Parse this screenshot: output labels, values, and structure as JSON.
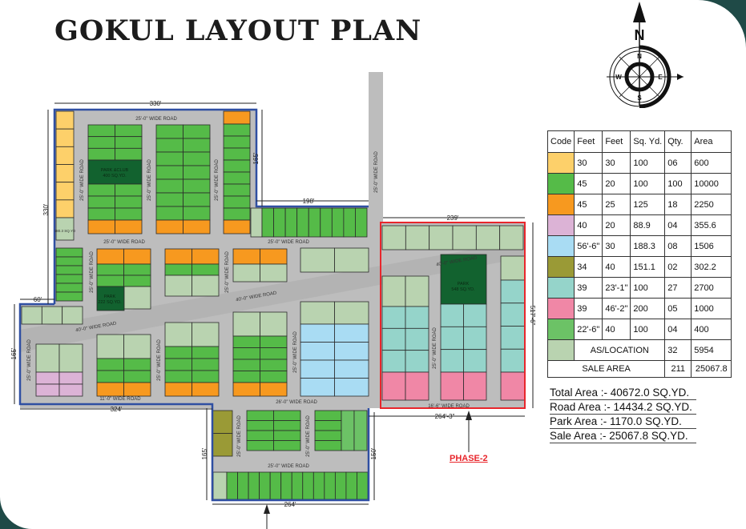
{
  "title": "GOKUL LAYOUT PLAN",
  "compass": {
    "north": "N",
    "south": "S",
    "east": "E",
    "west": "W"
  },
  "colors": {
    "road": "#bdbdbd",
    "phase1_border": "#2f4fa2",
    "phase2_border": "#e8262c",
    "yellow": "#fdd06a",
    "green": "#55bb48",
    "orange": "#f7991f",
    "lilac": "#dcb3d6",
    "blue": "#a9dcf3",
    "olive": "#9a9a36",
    "teal": "#95d4ca",
    "pink": "#f087a6",
    "green2": "#6cc266",
    "lightgreen": "#b9d3b0",
    "park": "#12622f"
  },
  "legend": {
    "headers": [
      "Code",
      "Feet",
      "Feet",
      "Sq. Yd.",
      "Qty.",
      "Area"
    ],
    "rows": [
      {
        "color": "#fdd06a",
        "feet1": "30",
        "feet2": "30",
        "sqyd": "100",
        "qty": "06",
        "area": "600"
      },
      {
        "color": "#55bb48",
        "feet1": "45",
        "feet2": "20",
        "sqyd": "100",
        "qty": "100",
        "area": "10000"
      },
      {
        "color": "#f7991f",
        "feet1": "45",
        "feet2": "25",
        "sqyd": "125",
        "qty": "18",
        "area": "2250"
      },
      {
        "color": "#dcb3d6",
        "feet1": "40",
        "feet2": "20",
        "sqyd": "88.9",
        "qty": "04",
        "area": "355.6"
      },
      {
        "color": "#a9dcf3",
        "feet1": "56'-6\"",
        "feet2": "30",
        "sqyd": "188.3",
        "qty": "08",
        "area": "1506"
      },
      {
        "color": "#9a9a36",
        "feet1": "34",
        "feet2": "40",
        "sqyd": "151.1",
        "qty": "02",
        "area": "302.2"
      },
      {
        "color": "#95d4ca",
        "feet1": "39",
        "feet2": "23'-1\"",
        "sqyd": "100",
        "qty": "27",
        "area": "2700"
      },
      {
        "color": "#f087a6",
        "feet1": "39",
        "feet2": "46'-2\"",
        "sqyd": "200",
        "qty": "05",
        "area": "1000"
      },
      {
        "color": "#6cc266",
        "feet1": "22'-6\"",
        "feet2": "40",
        "sqyd": "100",
        "qty": "04",
        "area": "400"
      }
    ],
    "as_location": {
      "color": "#b9d3b0",
      "label": "AS/LOCATION",
      "qty": "32",
      "area": "5954"
    },
    "sale_area": {
      "label": "SALE AREA",
      "qty": "211",
      "area": "25067.8"
    }
  },
  "areas": {
    "total": "Total Area :- 40672.0 SQ.YD.",
    "road": "Road Area :- 14434.2 SQ.YD.",
    "park": "Park Area  :-   1170.0 SQ.YD.",
    "sale": "Sale Area  :- 25067.8 SQ.YD."
  },
  "phase2_label": "PHASE-2",
  "map": {
    "dimensions": {
      "top": "330'",
      "left": "330'",
      "right_top": "165'",
      "mid": "198'",
      "phase2_top": "239'",
      "phase2_right": "517'-6\"",
      "left_step": "60'",
      "left_lower": "165'",
      "bottom_left": "324'",
      "phase2_bottom": "264'-3\"",
      "bottom": "264'",
      "bottom_left_side": "165'",
      "bottom_right_side": "150'"
    },
    "roads": {
      "r1": "25'-0\"  WIDE  ROAD",
      "r2": "25'-0\"  WIDE  ROAD",
      "r3": "25'-0\"  WIDE  ROAD",
      "r4": "40'-0\"  WIDE  ROAD",
      "r5": "40'-0\"  WIDE  ROAD",
      "r6": "40'-0\"  WIDE  ROAD",
      "r7": "11'-0\"  WIDE  ROAD",
      "r8": "26'-0\"  WIDE  ROAD",
      "r9": "16'-6\"  WIDE  ROAD",
      "r10": "25'-0\"  WIDE  ROAD",
      "v1": "25'-0\" WIDE ROAD",
      "v2": "25'-0\" WIDE ROAD",
      "v3": "25'-0\" WIDE ROAD",
      "v4": "25'-0\" WIDE ROAD",
      "v5": "25'-0\" WIDE ROAD",
      "v6": "25'-0\" WIDE ROAD",
      "v7": "25'-0\" WIDE ROAD",
      "v8": "25'-0\" WIDE ROAD",
      "v9": "25'-0\" WIDE ROAD",
      "v10": "25'-0\" WIDE ROAD",
      "v11": "25'-0\" WIDE ROAD",
      "v12": "25'-0\" WIDE ROAD"
    },
    "labels": {
      "park_club": "PARK &CLUB",
      "park_club_area": "400 SQ.YD.",
      "park1": "PARK",
      "park1_area": "222 SQ.YD.",
      "park2": "PARK",
      "park2_area": "548 SQ.YD.",
      "plot_180": "180.3 SQ.YD"
    }
  }
}
